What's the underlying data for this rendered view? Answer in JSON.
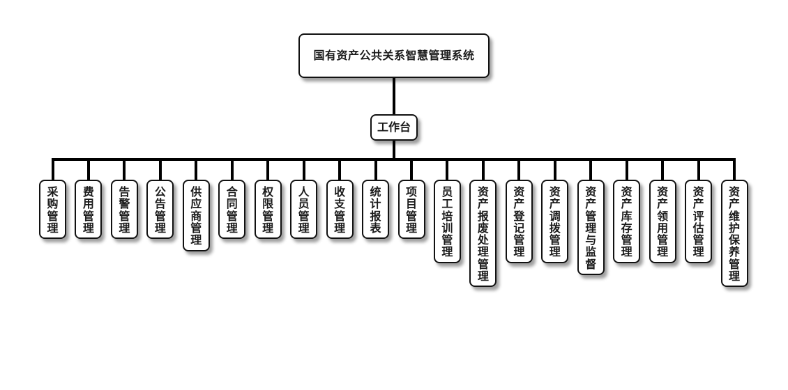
{
  "diagram": {
    "type": "org-tree",
    "root": {
      "label": "国有资产公共关系智慧管理系统"
    },
    "hub": {
      "label": "工作台"
    },
    "modules": [
      {
        "label": "采购管理"
      },
      {
        "label": "费用管理"
      },
      {
        "label": "告警管理"
      },
      {
        "label": "公告管理"
      },
      {
        "label": "供应商管理"
      },
      {
        "label": "合同管理"
      },
      {
        "label": "权限管理"
      },
      {
        "label": "人员管理"
      },
      {
        "label": "收支管理"
      },
      {
        "label": "统计报表"
      },
      {
        "label": "项目管理"
      },
      {
        "label": "员工培训管理"
      },
      {
        "label": "资产报废处理管理"
      },
      {
        "label": "资产登记管理"
      },
      {
        "label": "资产调拨管理"
      },
      {
        "label": "资产管理与监督"
      },
      {
        "label": "资产库存管理"
      },
      {
        "label": "资产领用管理"
      },
      {
        "label": "资产评估管理"
      },
      {
        "label": "资产维护保养管理"
      }
    ],
    "colors": {
      "line": "#000000",
      "border": "#111111",
      "fill": "#ffffff",
      "text": "#1a1a1a"
    }
  }
}
